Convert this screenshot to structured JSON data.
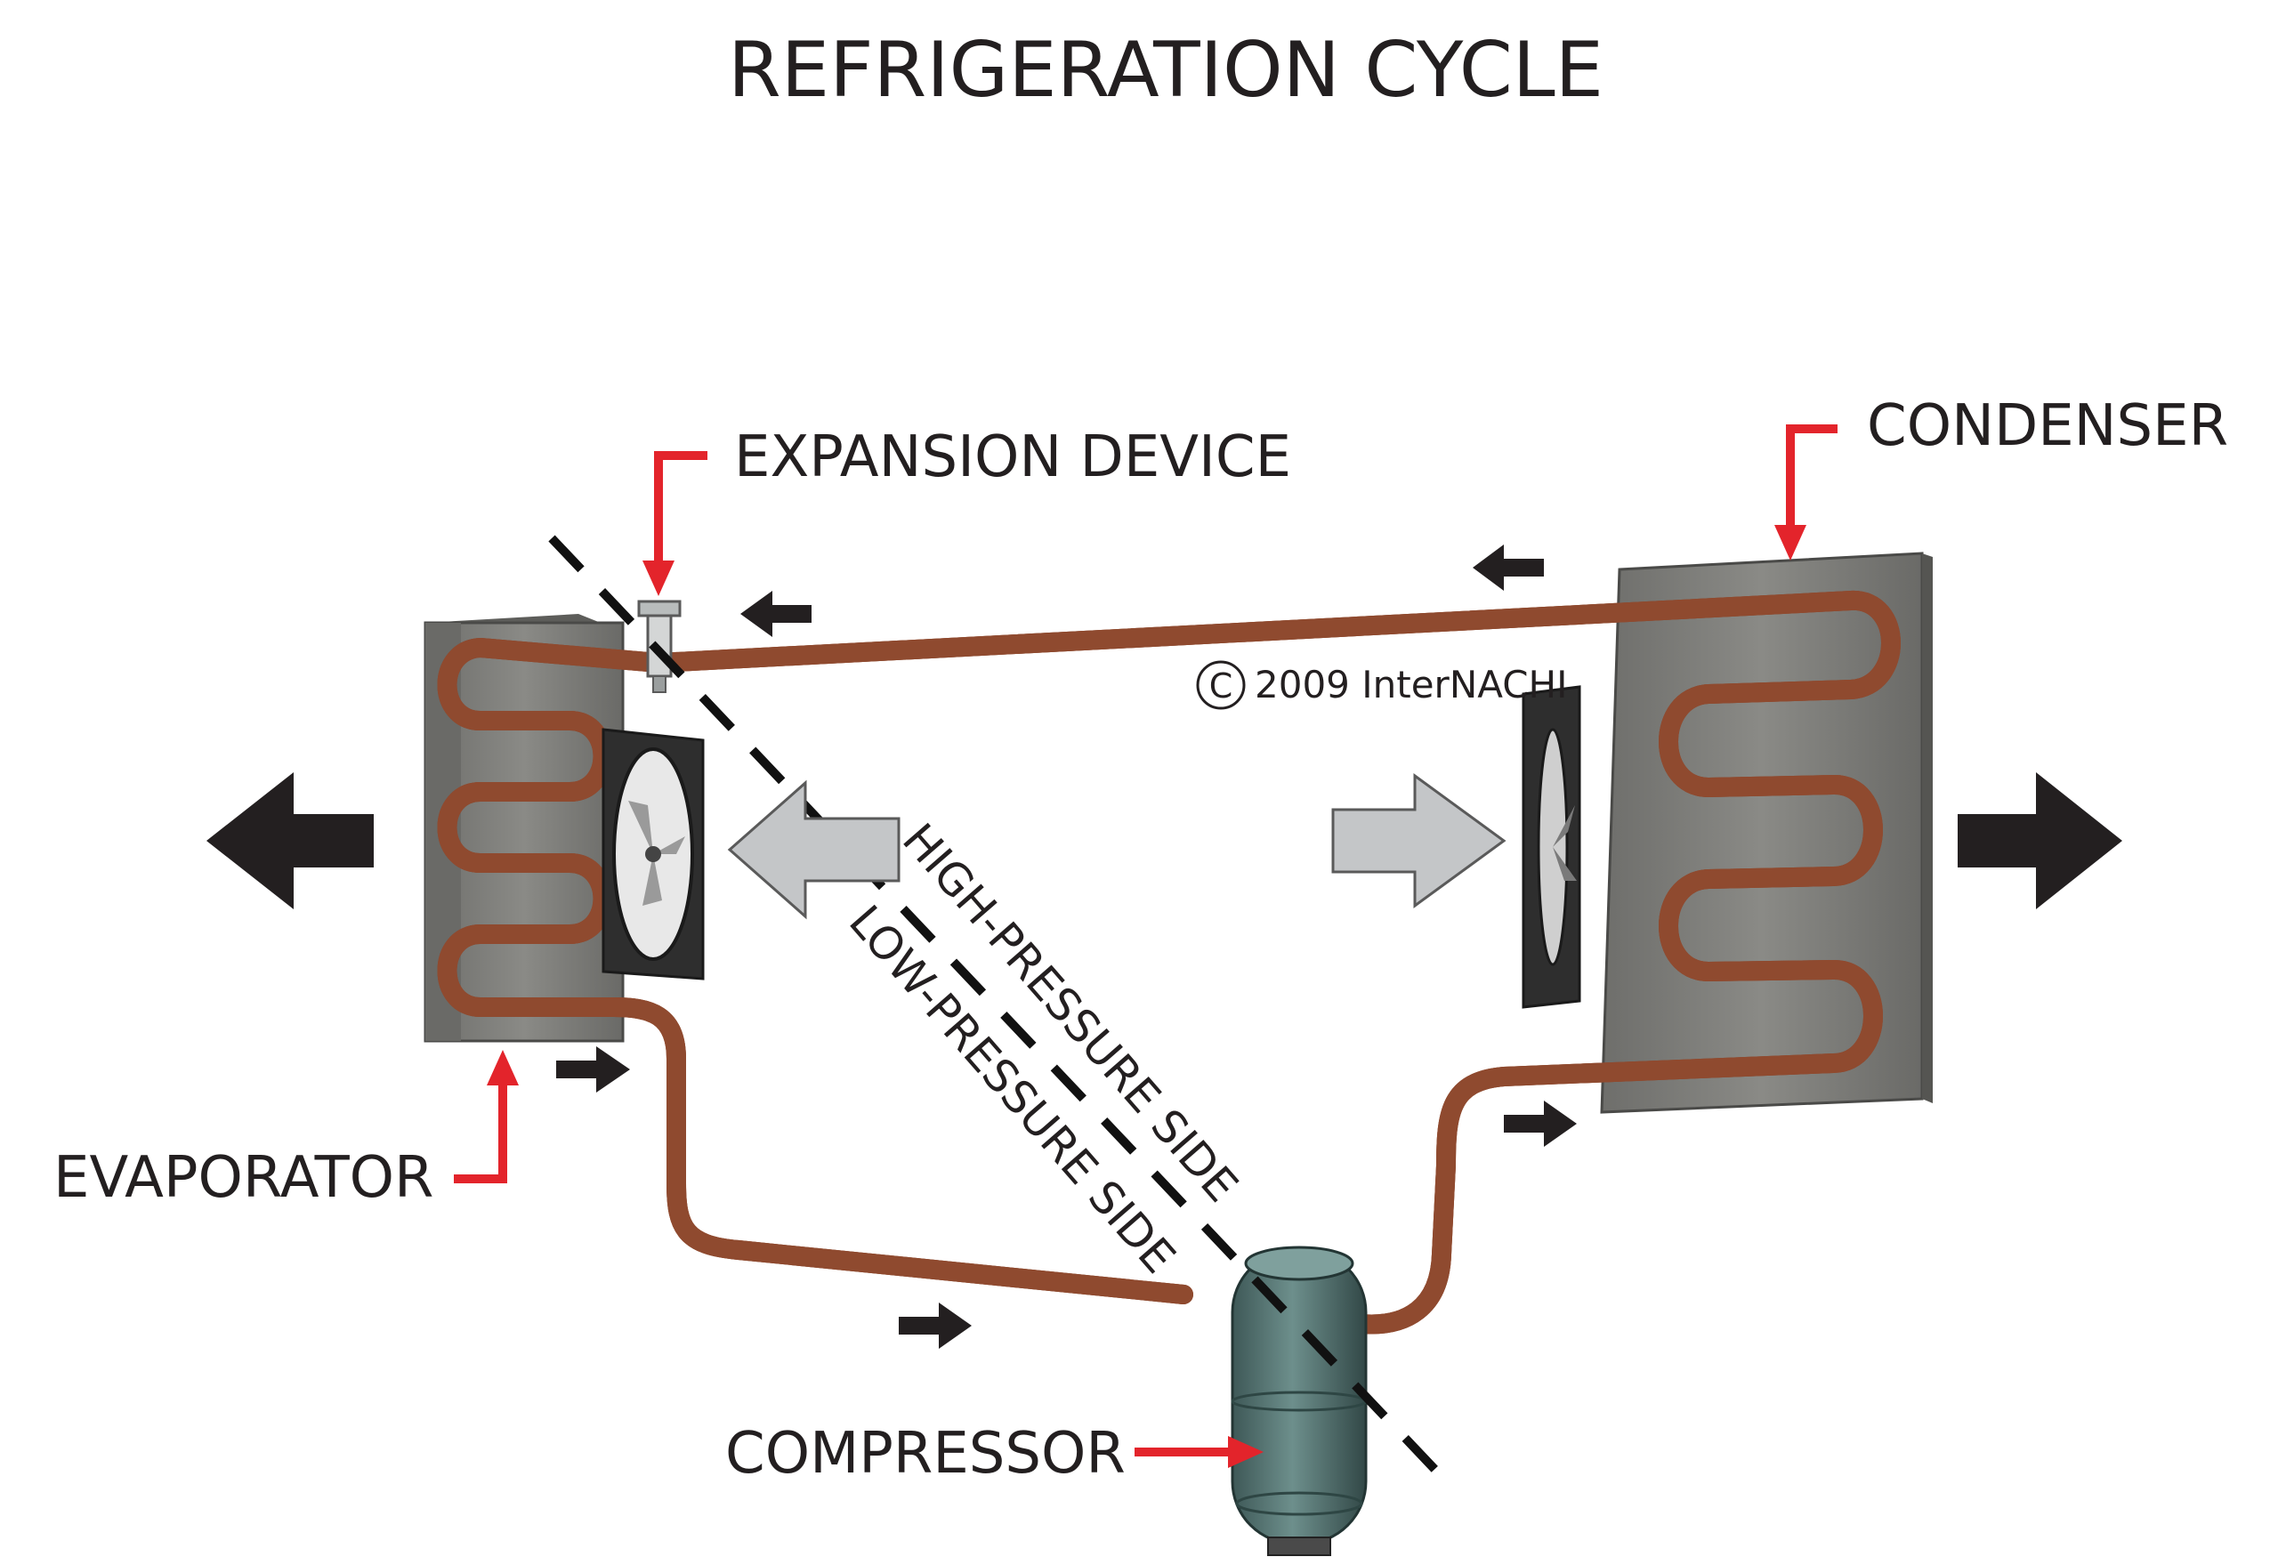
{
  "diagram": {
    "title": "REFRIGERATION CYCLE",
    "labels": {
      "expansion_device": "EXPANSION DEVICE",
      "condenser": "CONDENSER",
      "evaporator": "EVAPORATOR",
      "compressor": "COMPRESSOR",
      "high_pressure_side": "HIGH-PRESSURE SIDE",
      "low_pressure_side": "LOW-PRESSURE SIDE"
    },
    "copyright": "2009 InterNACHI",
    "colors": {
      "pipe": "#c8714d",
      "pipe_dark": "#9a4e32",
      "coil_panel": "#7d7d7a",
      "callout_arrow": "#e3242b",
      "flow_arrow": "#231f20",
      "air_arrow_warm": "#231f20",
      "air_arrow_cool": "#c4c6c8",
      "compressor": "#4f6e6c"
    }
  }
}
